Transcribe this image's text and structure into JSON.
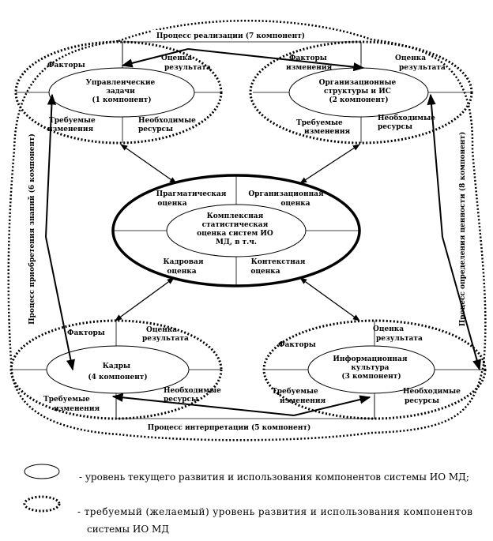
{
  "diagram": {
    "top_process": "Процесс реализации (7 компонент)",
    "bottom_process": "Процесс интерпретации (5 компонент)",
    "left_process": "Процесс приобретения знаний (6 компонент)",
    "right_process": "Процесс определения ценности (8 компонент)",
    "center": {
      "title_lines": [
        "Комплексная",
        "статистическая",
        "оценка систем ИО",
        "МД, в т.ч."
      ],
      "quadrants": {
        "pragmatic": [
          "Прагматическая",
          "оценка"
        ],
        "organizational": [
          "Организационная",
          "оценка"
        ],
        "personnel": [
          "Кадровая",
          "оценка"
        ],
        "contextual": [
          "Контекстная",
          "оценка"
        ]
      }
    },
    "components": {
      "tl": {
        "title_lines": [
          "Управленческие",
          "задачи",
          "(1 компонент)"
        ]
      },
      "tr": {
        "title_lines": [
          "Организационные",
          "структуры и ИС",
          "(2 компонент)"
        ]
      },
      "bl": {
        "title_lines": [
          "Кадры",
          "(4 компонент)"
        ]
      },
      "br": {
        "title_lines": [
          "Информационная",
          "культура",
          "(3 компонент)"
        ]
      }
    },
    "labels": {
      "factors": "Факторы",
      "result_eval": [
        "Оценка",
        "результата"
      ],
      "required_changes": [
        "Требуемые",
        "изменения"
      ],
      "required_resources": [
        "Необходимые",
        "ресурсы"
      ]
    }
  },
  "legend": {
    "solid": "- уровень текущего развития и использования компонентов системы ИО МД;",
    "dotted_line1": "- требуемый (желаемый) уровень развития и использования компонентов",
    "dotted_line2": "системы ИО МД"
  }
}
